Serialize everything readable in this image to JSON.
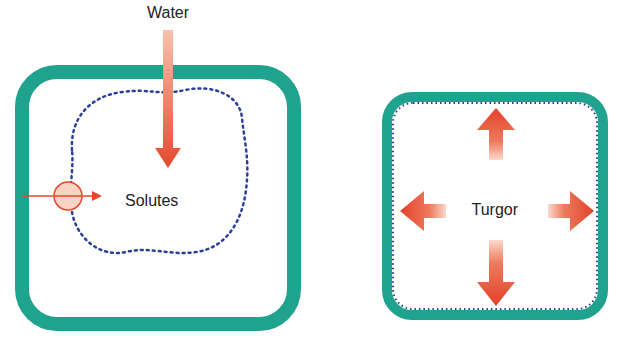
{
  "diagram": {
    "nodes": [
      {
        "text": [
          "Solutes"
        ]
      },
      {
        "text": [
          "Turgor"
        ]
      }
    ],
    "labels": [
      "Water"
    ]
  }
}
